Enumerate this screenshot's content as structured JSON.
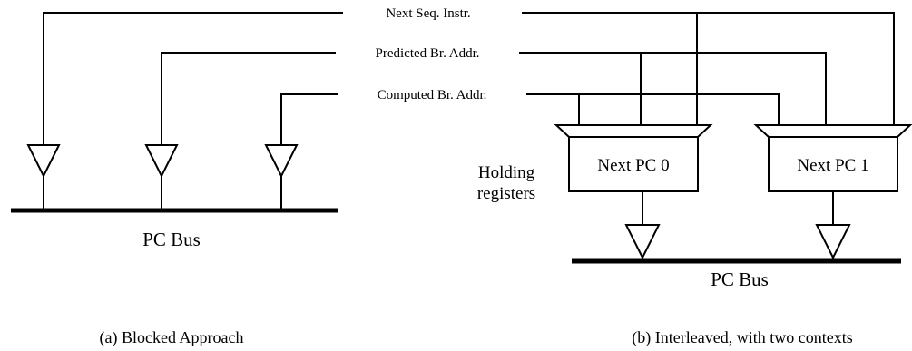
{
  "signals": {
    "next_seq": "Next Seq. Instr.",
    "predicted": "Predicted Br. Addr.",
    "computed": "Computed Br. Addr."
  },
  "holding_registers": {
    "line1": "Holding",
    "line2": "registers"
  },
  "registers": {
    "pc0": "Next PC 0",
    "pc1": "Next PC 1"
  },
  "bus": {
    "left": "PC Bus",
    "right": "PC Bus"
  },
  "captions": {
    "a": "(a) Blocked Approach",
    "b": "(b) Interleaved, with two contexts"
  }
}
